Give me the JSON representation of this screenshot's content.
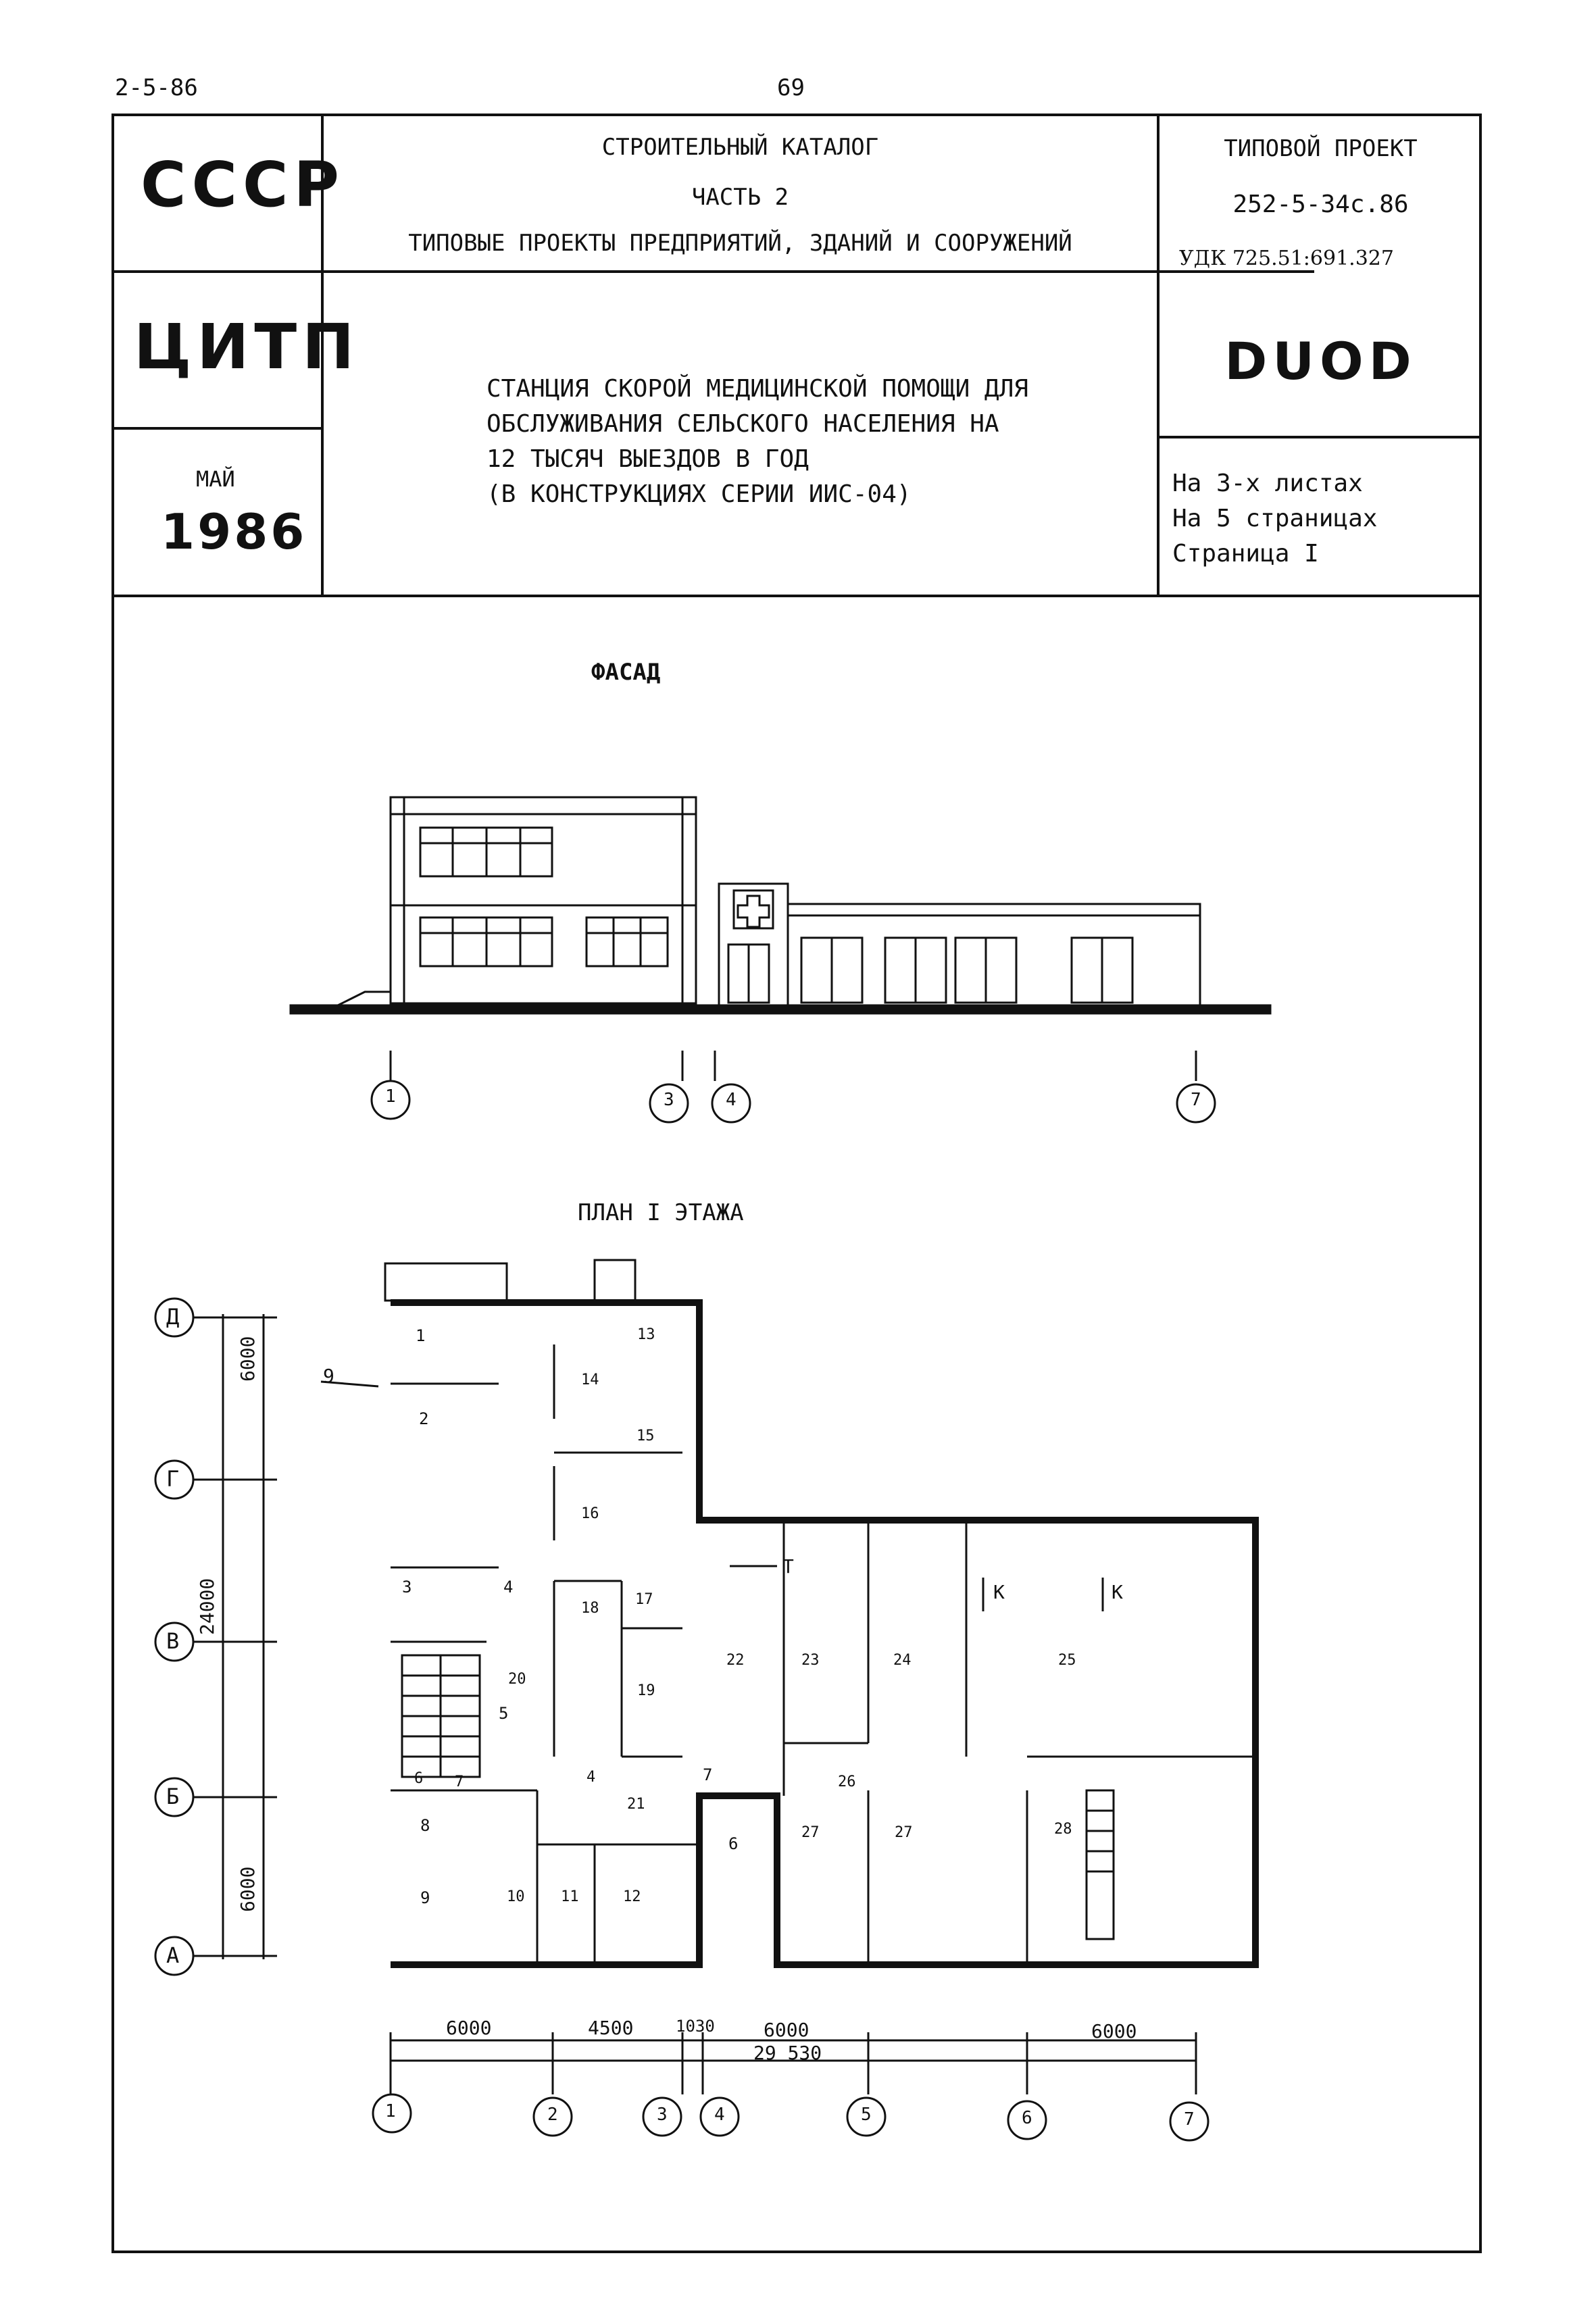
{
  "page": {
    "code": "2-5-86",
    "number": "69"
  },
  "header": {
    "ussr": "СССР",
    "citp": "ЦИТП",
    "month": "МАЙ",
    "year": "1986",
    "catalog_line1": "СТРОИТЕЛЬНЫЙ КАТАЛОГ",
    "catalog_line2": "ЧАСТЬ 2",
    "catalog_line3": "ТИПОВЫЕ ПРОЕКТЫ ПРЕДПРИЯТИЙ, ЗДАНИЙ И СООРУЖЕНИЙ",
    "project_label": "ТИПОВОЙ ПРОЕКТ",
    "project_number": "252-5-34с.86",
    "udk": "УДК 725.51:691.327",
    "code_mark": "DUOD",
    "title_lines": [
      "СТАНЦИЯ СКОРОЙ МЕДИЦИНСКОЙ ПОМОЩИ ДЛЯ",
      "ОБСЛУЖИВАНИЯ СЕЛЬСКОГО НАСЕЛЕНИЯ НА",
      "12 ТЫСЯЧ ВЫЕЗДОВ В ГОД",
      "(В КОНСТРУКЦИЯХ СЕРИИ ИИС-04)"
    ],
    "sheets_lines": [
      "На 3-х листах",
      "На 5 страницах",
      "Страница I"
    ]
  },
  "facade": {
    "title": "ФАСАД",
    "axes": [
      "1",
      "3",
      "4",
      "7"
    ]
  },
  "plan": {
    "title": "ПЛАН I ЭТАЖА",
    "row_axes": [
      "Д",
      "Г",
      "В",
      "Б",
      "А"
    ],
    "row_dims": [
      "6000",
      "24000",
      "6000"
    ],
    "col_axes": [
      "1",
      "2",
      "3",
      "4",
      "5",
      "6",
      "7"
    ],
    "col_dims": [
      "6000",
      "4500",
      "1030",
      "6000",
      "6000"
    ],
    "total_dim": "29 530",
    "entrance_marks": {
      "nine": "9",
      "t": "Т",
      "k1": "К",
      "k2": "К"
    },
    "rooms": [
      "1",
      "2",
      "3",
      "4",
      "5",
      "6",
      "7",
      "8",
      "9",
      "10",
      "11",
      "12",
      "13",
      "14",
      "15",
      "16",
      "17",
      "18",
      "19",
      "20",
      "21",
      "22",
      "23",
      "24",
      "25",
      "26",
      "27",
      "27",
      "28",
      "4",
      "6",
      "7"
    ]
  }
}
